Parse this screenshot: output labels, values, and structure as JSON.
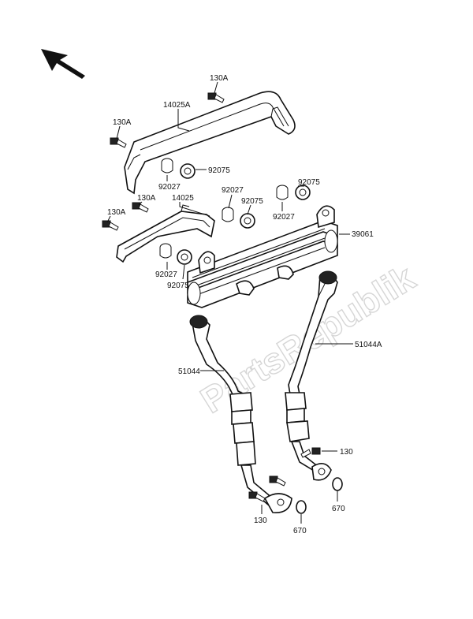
{
  "watermark": "PartsRepublik",
  "direction_arrow": "arrow-up-left-icon",
  "labels": {
    "p130A_top": "130A",
    "p14025A": "14025A",
    "p130A_left1": "130A",
    "p92075_a": "92075",
    "p92027_a": "92027",
    "p130A_left2": "130A",
    "p14025": "14025",
    "p130A_left3": "130A",
    "p92027_b": "92027",
    "p92075_b": "92075",
    "p92075_c": "92075",
    "p92027_c": "92027",
    "p39061": "39061",
    "p92027_d": "92027",
    "p92075_d": "92075",
    "p51044A": "51044A",
    "p51044": "51044",
    "p130_right": "130",
    "p670_right": "670",
    "p130_bottom": "130",
    "p670_bottom": "670"
  }
}
